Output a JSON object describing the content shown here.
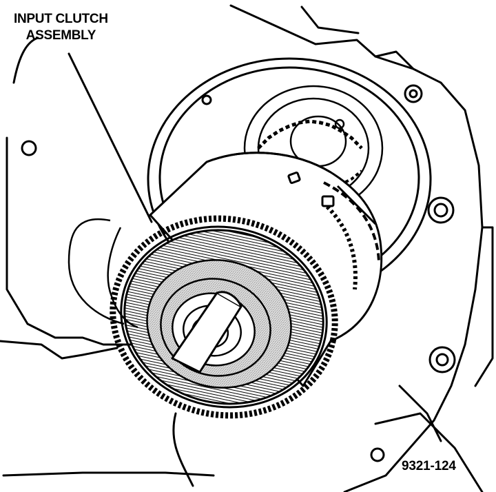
{
  "diagram": {
    "callout": {
      "line1": "INPUT CLUTCH",
      "line2": "ASSEMBLY"
    },
    "figure_id": "9321-124"
  },
  "colors": {
    "line": "#000000",
    "background": "#ffffff",
    "shading": "#000000"
  }
}
